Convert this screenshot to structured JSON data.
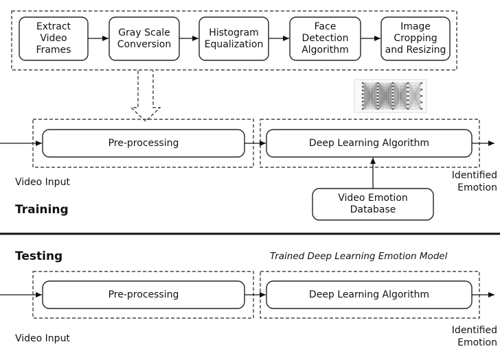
{
  "pipeline_steps": [
    "Extract\nVideo\nFrames",
    "Gray Scale\nConversion",
    "Histogram\nEqualization",
    "Face\nDetection\nAlgorithm",
    "Image\nCropping\nand Resizing"
  ],
  "training": {
    "heading": "Training",
    "preprocessing": "Pre-processing",
    "deep_learning": "Deep Learning Algorithm",
    "database": "Video Emotion\nDatabase",
    "input_label": "Video Input",
    "output_label": "Identified\nEmotion"
  },
  "testing": {
    "heading": "Testing",
    "model_caption": "Trained Deep Learning Emotion Model",
    "preprocessing": "Pre-processing",
    "deep_learning": "Deep Learning Algorithm",
    "input_label": "Video Input",
    "output_label": "Identified\nEmotion"
  }
}
